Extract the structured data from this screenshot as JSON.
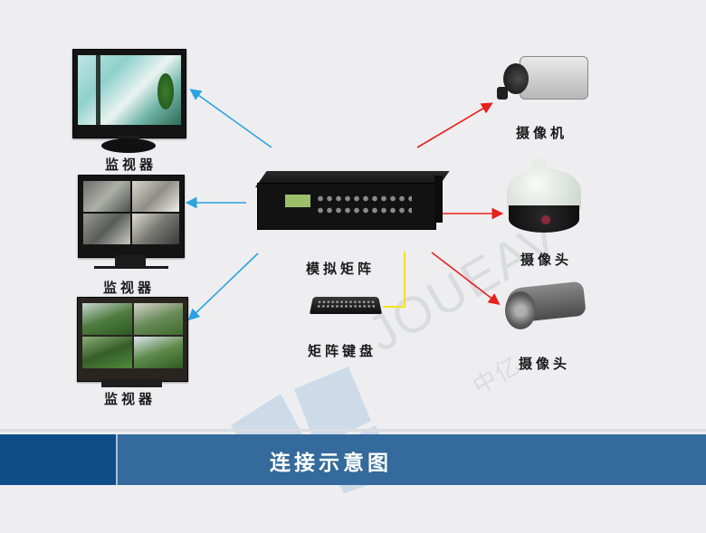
{
  "diagram": {
    "title": "连接示意图",
    "center": {
      "matrix_label": "模拟矩阵",
      "keyboard_label": "矩阵键盘"
    },
    "outputs": [
      {
        "label": "监视器",
        "type": "monitor-single-view"
      },
      {
        "label": "监视器",
        "type": "monitor-quad-view-indoor"
      },
      {
        "label": "监视器",
        "type": "monitor-quad-view-outdoor"
      }
    ],
    "inputs": [
      {
        "label": "摄像机",
        "type": "camcorder"
      },
      {
        "label": "摄像头",
        "type": "dome-camera"
      },
      {
        "label": "摄像头",
        "type": "bullet-camera"
      }
    ],
    "connections": {
      "matrix_to_monitors_color": "#2aa3e0",
      "cameras_to_matrix_color": "#e8201c",
      "keyboard_to_matrix_color": "#f2e21a"
    },
    "watermark": {
      "brand": "JOUEAV",
      "cn": "中亿"
    }
  },
  "colors": {
    "background": "#eeeef0",
    "banner_main": "#346a9c",
    "banner_left": "#0f4d88",
    "banner_text": "#ffffff"
  }
}
